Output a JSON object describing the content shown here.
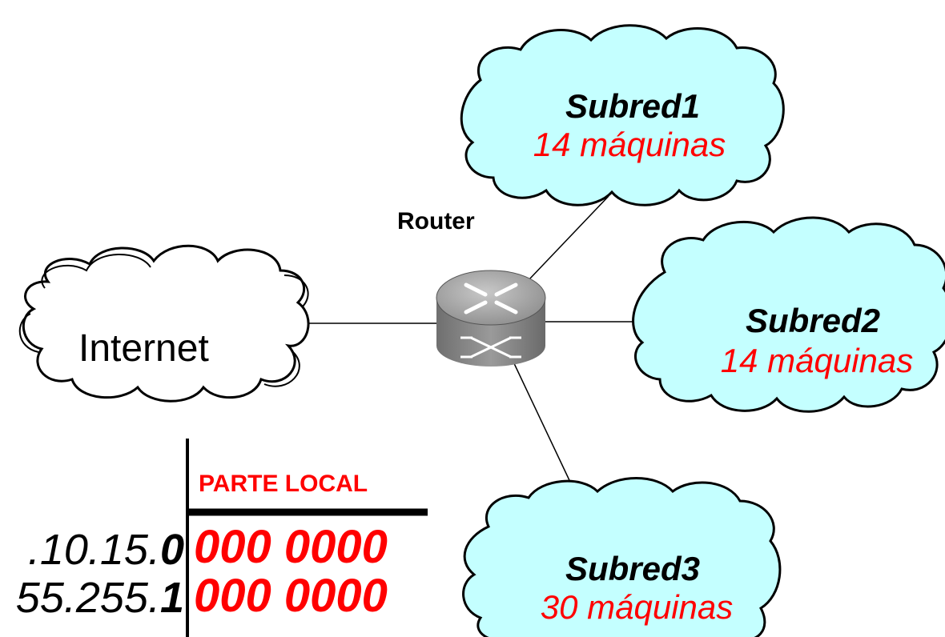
{
  "internet": {
    "label": "Internet"
  },
  "router": {
    "label": "Router"
  },
  "subnets": [
    {
      "name": "Subred1",
      "hosts": "14 máquinas"
    },
    {
      "name": "Subred2",
      "hosts": "14 máquinas"
    },
    {
      "name": "Subred3",
      "hosts": "30 máquinas"
    }
  ],
  "table": {
    "header": "PARTE LOCAL",
    "ip_prefix": ".10.15.",
    "ip_last_bit": "0",
    "ip_bits": "000 0000",
    "mask_prefix": "55.255.",
    "mask_last_bit": "1",
    "mask_bits": "000 0000"
  },
  "colors": {
    "cloud_fill": "#c4ffff",
    "highlight": "#ff0000",
    "router_body": "#8e8e8e"
  }
}
